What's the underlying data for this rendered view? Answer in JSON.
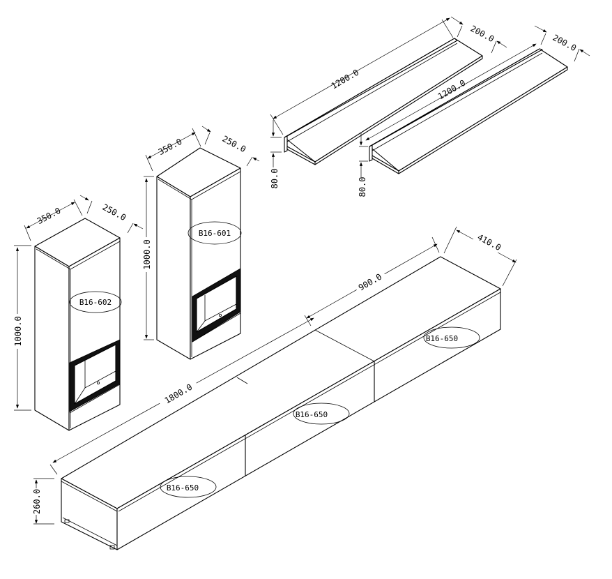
{
  "drawing": {
    "type": "isometric furniture dimension drawing",
    "units": "mm"
  },
  "shelves": [
    {
      "name": "shelf-1",
      "length": "1200.0",
      "depth": "200.0",
      "height": "80.0"
    },
    {
      "name": "shelf-2",
      "length": "1200.0",
      "depth": "200.0",
      "height": "80.0"
    }
  ],
  "cabinets": [
    {
      "code": "B16-601",
      "width": "350.0",
      "depth": "250.0",
      "height": "1000.0"
    },
    {
      "code": "B16-602",
      "width": "350.0",
      "depth": "250.0",
      "height": "1000.0"
    }
  ],
  "tv_unit": {
    "total_length": "1800.0",
    "module_length": "900.0",
    "depth": "410.0",
    "height": "260.0",
    "modules": [
      "B16-650",
      "B16-650",
      "B16-650"
    ]
  }
}
